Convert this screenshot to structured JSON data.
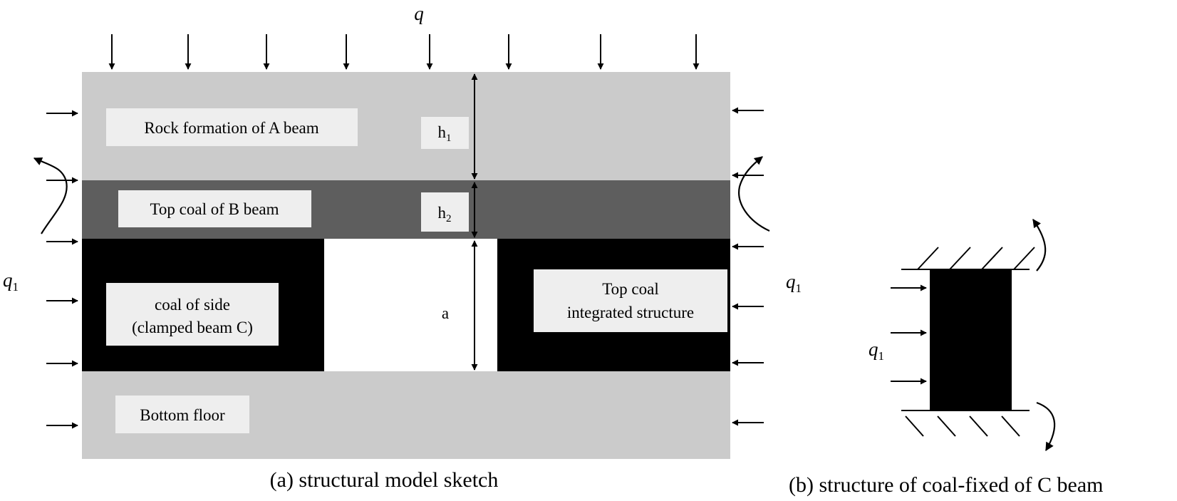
{
  "load": {
    "q": "q",
    "q1_base": "q",
    "q1_sub": "1"
  },
  "labels": {
    "rock_formation": "Rock formation  of A beam",
    "top_coal_b": "Top coal of B beam",
    "coal_side_line1": "coal of side",
    "coal_side_line2": "(clamped beam C)",
    "top_coal_integrated_line1": "Top coal",
    "top_coal_integrated_line2": "integrated structure",
    "bottom_floor": "Bottom floor",
    "h1_base": "h",
    "h1_sub": "1",
    "h2_base": "h",
    "h2_sub": "2",
    "a": "a"
  },
  "captions": {
    "a": "(a) structural model sketch",
    "b": "(b)  structure of coal-fixed of C beam"
  },
  "colors": {
    "rock": "#cbcbcb",
    "top_coal": "#5e5e5e",
    "coal": "#000000",
    "label_box": "#eeeeee",
    "arrow": "#000000"
  }
}
